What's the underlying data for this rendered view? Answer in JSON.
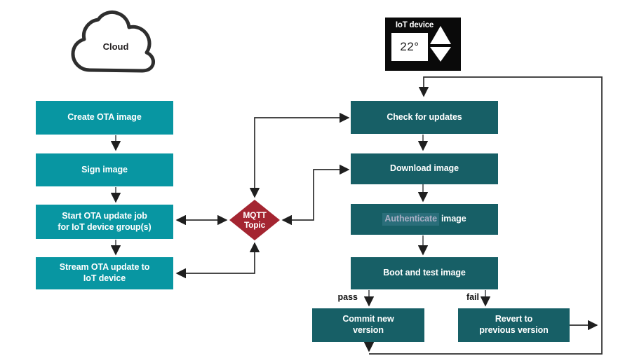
{
  "colors": {
    "cloud_step": "#0896A2",
    "device_step": "#175F66",
    "broker": "#A42531",
    "highlight_bg": "#2A6E7A",
    "highlight_text": "#A9AFC5",
    "line": "#2E2E2E",
    "icon_bg": "#0A0A0A"
  },
  "cloud": {
    "label": "Cloud"
  },
  "iot_device": {
    "label": "IoT device",
    "temperature": "22°"
  },
  "left_column": {
    "steps": [
      {
        "label": "Create OTA image"
      },
      {
        "label": "Sign image"
      },
      {
        "label": "Start OTA update job\nfor IoT device group(s)"
      },
      {
        "label": "Stream OTA update to\nIoT device"
      }
    ]
  },
  "broker": {
    "line1": "MQTT",
    "line2": "Topic"
  },
  "right_column": {
    "steps": [
      {
        "label": "Check for updates"
      },
      {
        "label": "Download image"
      },
      {
        "highlight": "Authenticate",
        "rest": "image"
      },
      {
        "label": "Boot and test image"
      }
    ]
  },
  "outcomes": {
    "pass_label": "pass",
    "fail_label": "fail",
    "pass_step": {
      "label": "Commit new\nversion"
    },
    "fail_step": {
      "label": "Revert to\nprevious version"
    }
  }
}
